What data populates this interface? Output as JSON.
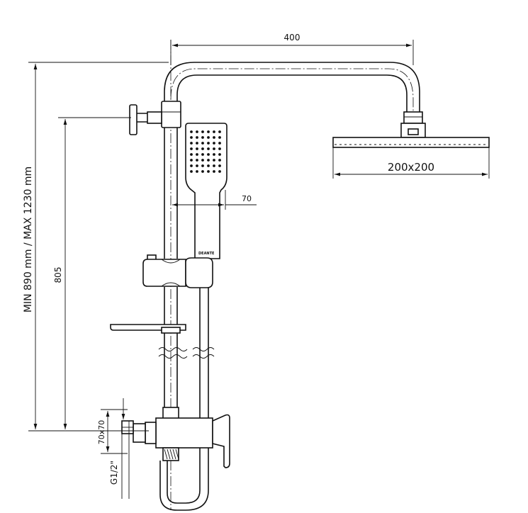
{
  "dimensions": {
    "arm_length": "400",
    "head_size": "200x200",
    "handshower_offset": "70",
    "height_range": "MIN 890 mm / MAX 1230 mm",
    "slide_height": "805",
    "outlet_spacing": "70x70",
    "connection_thread": "G1/2\""
  },
  "handshower_logo": "DEANTE"
}
